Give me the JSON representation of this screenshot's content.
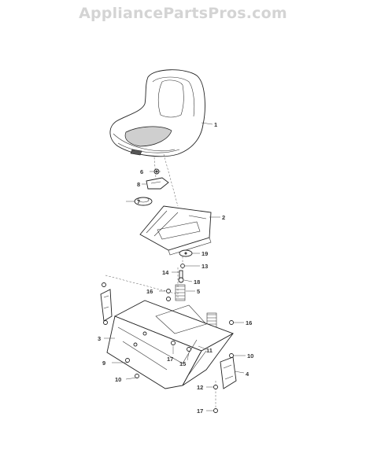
{
  "watermark": "AppliancePartsPros.com",
  "callouts": [
    "1",
    "6",
    "8",
    "7",
    "2",
    "19",
    "13",
    "14",
    "18",
    "16",
    "5",
    "16",
    "3",
    "17",
    "15",
    "11",
    "10",
    "9",
    "4",
    "10",
    "12",
    "17"
  ]
}
